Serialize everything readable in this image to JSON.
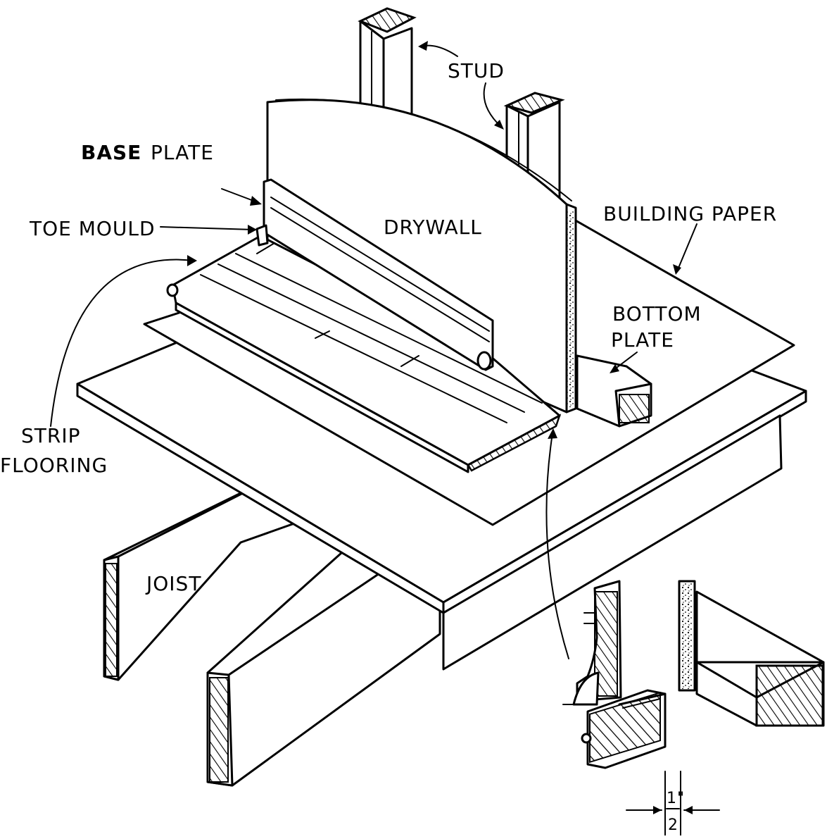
{
  "labels": {
    "stud": "STUD",
    "base_plate_bold": "BASE",
    "base_plate_rest": "PLATE",
    "toe_mould": "TOE MOULD",
    "drywall": "DRYWALL",
    "building_paper": "BUILDING PAPER",
    "bottom_plate_line1": "BOTTOM",
    "bottom_plate_line2": "PLATE",
    "strip_flooring_line1": "STRIP",
    "strip_flooring_line2": "FLOORING",
    "joist": "JOIST",
    "dimension_numerator": "1\"",
    "dimension_denominator": "2"
  },
  "colors": {
    "ink": "#000000",
    "paper": "#ffffff"
  }
}
